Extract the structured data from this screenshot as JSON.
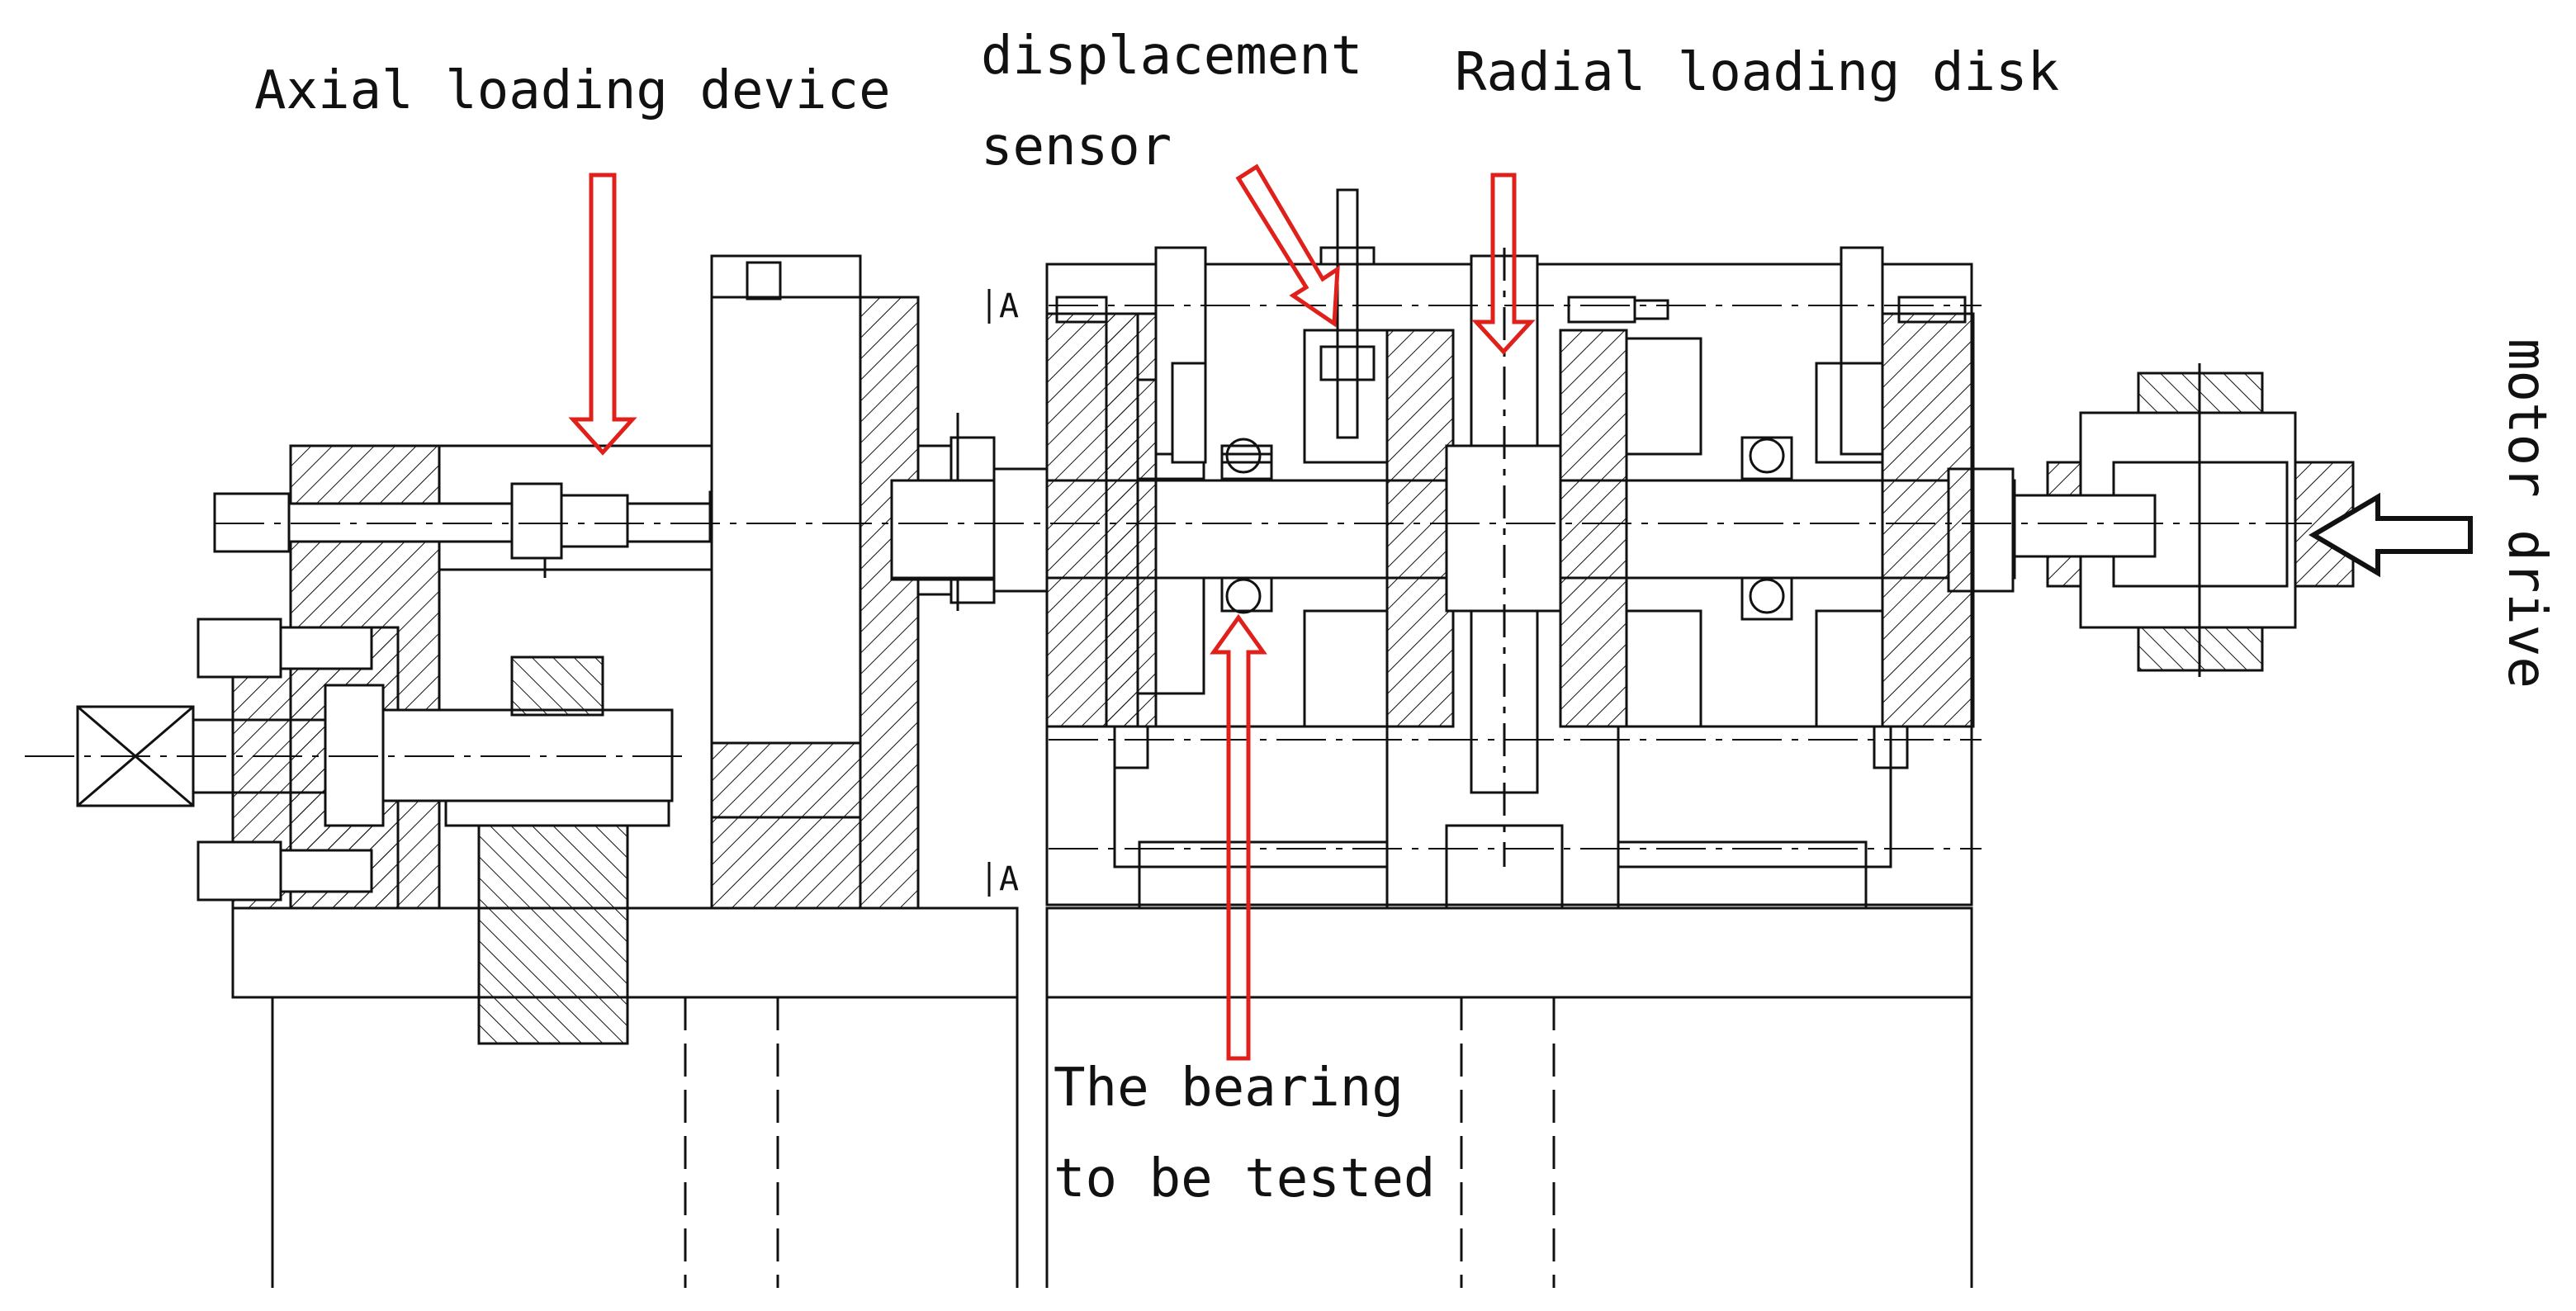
{
  "labels": {
    "axial": "Axial loading device",
    "displacement_line1": "displacement",
    "displacement_line2": "sensor",
    "radial": "Radial loading disk",
    "motor": "motor drive",
    "bearing_line1": "The bearing",
    "bearing_line2": "to be tested"
  },
  "section_marks": [
    "A",
    "A"
  ],
  "colors": {
    "line": "#111111",
    "annotation_arrow": "#e0201a",
    "drive_arrow": "#111111"
  }
}
